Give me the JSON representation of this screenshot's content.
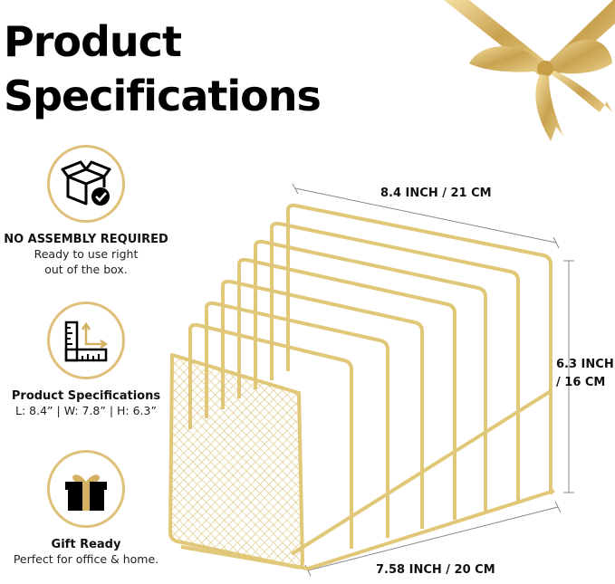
{
  "title": {
    "line1": "Product",
    "line2": "Specifications"
  },
  "features": [
    {
      "icon": "box-check-icon",
      "title": "NO ASSEMBLY REQUIRED",
      "lines": [
        "Ready to use right",
        "out of the box."
      ]
    },
    {
      "icon": "ruler-icon",
      "title": "Product Specifications",
      "lines": [
        "L: 8.4” | W: 7.8” | H: 6.3”"
      ]
    },
    {
      "icon": "gift-icon",
      "title": "Gift Ready",
      "lines": [
        "Perfect for office & home."
      ]
    }
  ],
  "dimensions": {
    "width": "8.4 INCH / 21 CM",
    "height_line1": "6.3 INCH",
    "height_line2": "/ 16 CM",
    "depth": "7.58 INCH / 20 CM"
  },
  "colors": {
    "gold": "#dfc07a",
    "wire": "#e0c878",
    "text": "#111111"
  }
}
